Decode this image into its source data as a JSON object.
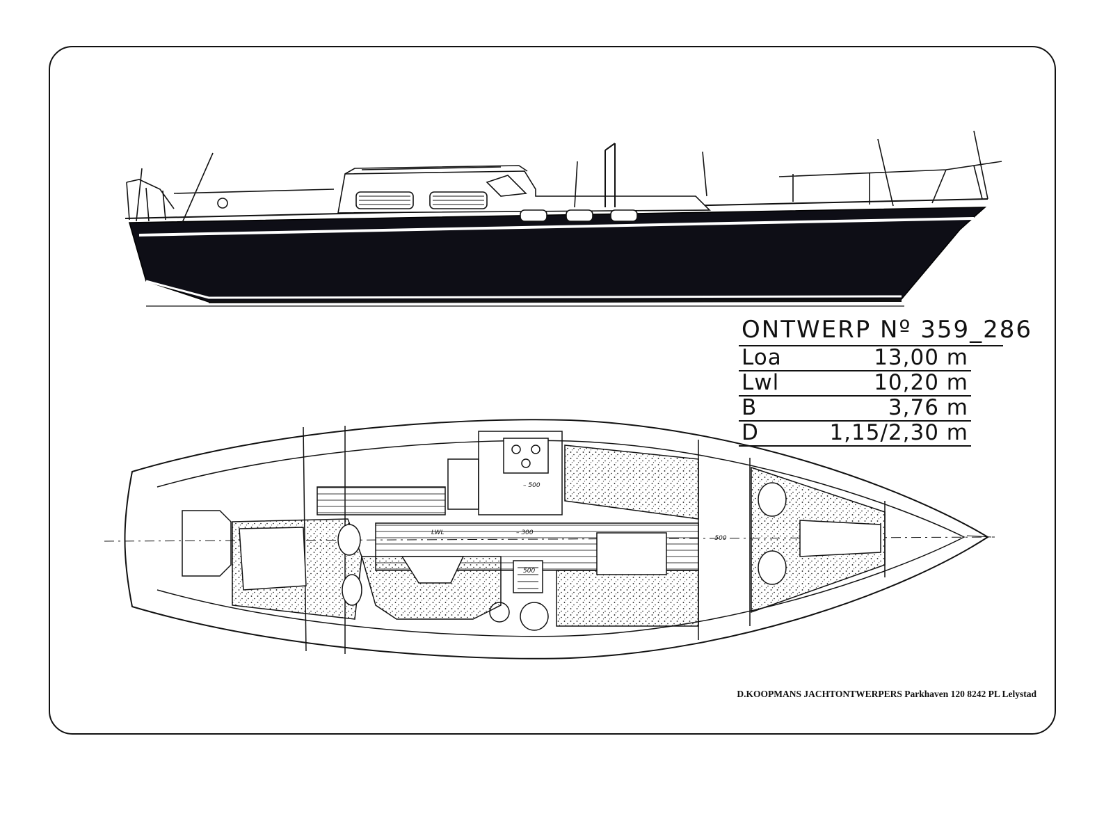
{
  "title": "ONTWERP Nº 359_286",
  "specs": [
    {
      "label": "Loa",
      "value": "13,00 m"
    },
    {
      "label": "Lwl",
      "value": "10,20 m"
    },
    {
      "label": "B",
      "value": "3,76 m"
    },
    {
      "label": "D",
      "value": "1,15/2,30 m"
    }
  ],
  "plan_marks": {
    "lwl": "LWL",
    "dim_a": "– 300",
    "dim_b": "– 500",
    "dim_c": "– 500",
    "dim_d": "500"
  },
  "credit": "D.KOOPMANS JACHTONTWERPERS Parkhaven 120 8242 PL Lelystad",
  "colors": {
    "ink": "#111111",
    "paper": "#ffffff"
  }
}
